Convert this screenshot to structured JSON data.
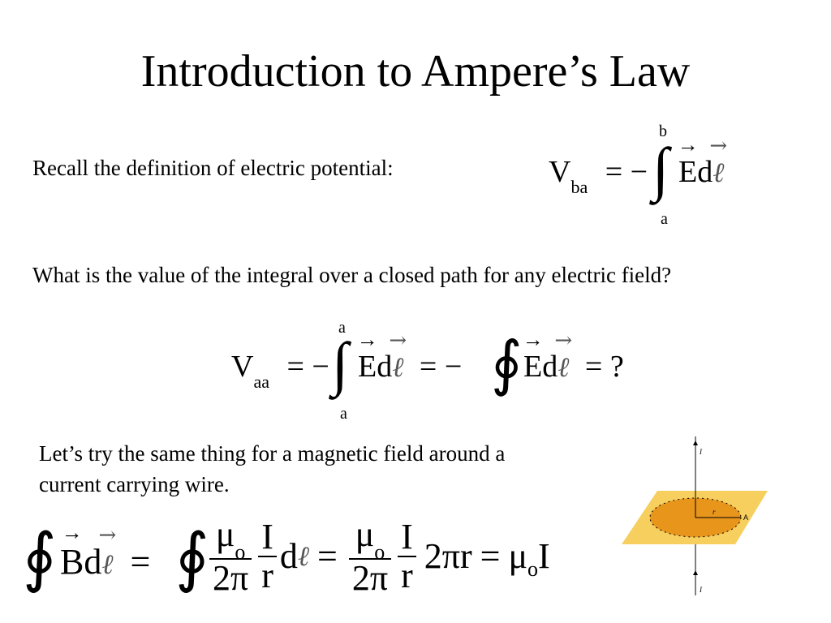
{
  "slide": {
    "title": "Introduction to Ampere’s Law",
    "line1": "Recall the definition of electric potential:",
    "line2": "What is the value of the integral over a closed path for any electric field?",
    "line3": "Let’s try the same thing for a magnetic field around a current carrying wire."
  },
  "eq1": {
    "V": "V",
    "sub": "ba",
    "eqminus": "= −",
    "upper": "b",
    "lower": "a",
    "E": "E",
    "dot": "",
    "d": "d",
    "ell": "ℓ"
  },
  "eq2": {
    "V": "V",
    "sub": "aa",
    "eqminus": "= −",
    "upper": "a",
    "lower": "a",
    "E": "E",
    "dot": "",
    "d": "d",
    "ell": "ℓ",
    "eqminus2": "= −",
    "E2": "E",
    "dot2": "",
    "d2": "d",
    "ell2": "ℓ",
    "tail": "= ?"
  },
  "eq3": {
    "B": "B",
    "dot": "",
    "d": "d",
    "ell": "ℓ",
    "eq1": "=",
    "mu": "μ",
    "musub": "o",
    "twopi": "2π",
    "I": "I",
    "r": "r",
    "d2": "d",
    "ell2": "ℓ",
    "eq2": "=",
    "mu2": "μ",
    "musub2": "o",
    "twopi2": "2π",
    "I2": "I",
    "r2": "r",
    "circ": "2πr",
    "eq3": "=",
    "mu3": "μ",
    "musub3": "o",
    "I3": "I"
  },
  "figure": {
    "current_top": "I",
    "current_bottom": "I",
    "radius": "r",
    "point": "A",
    "plane_color": "#f7cf5e",
    "disk_color": "#e8951c"
  }
}
